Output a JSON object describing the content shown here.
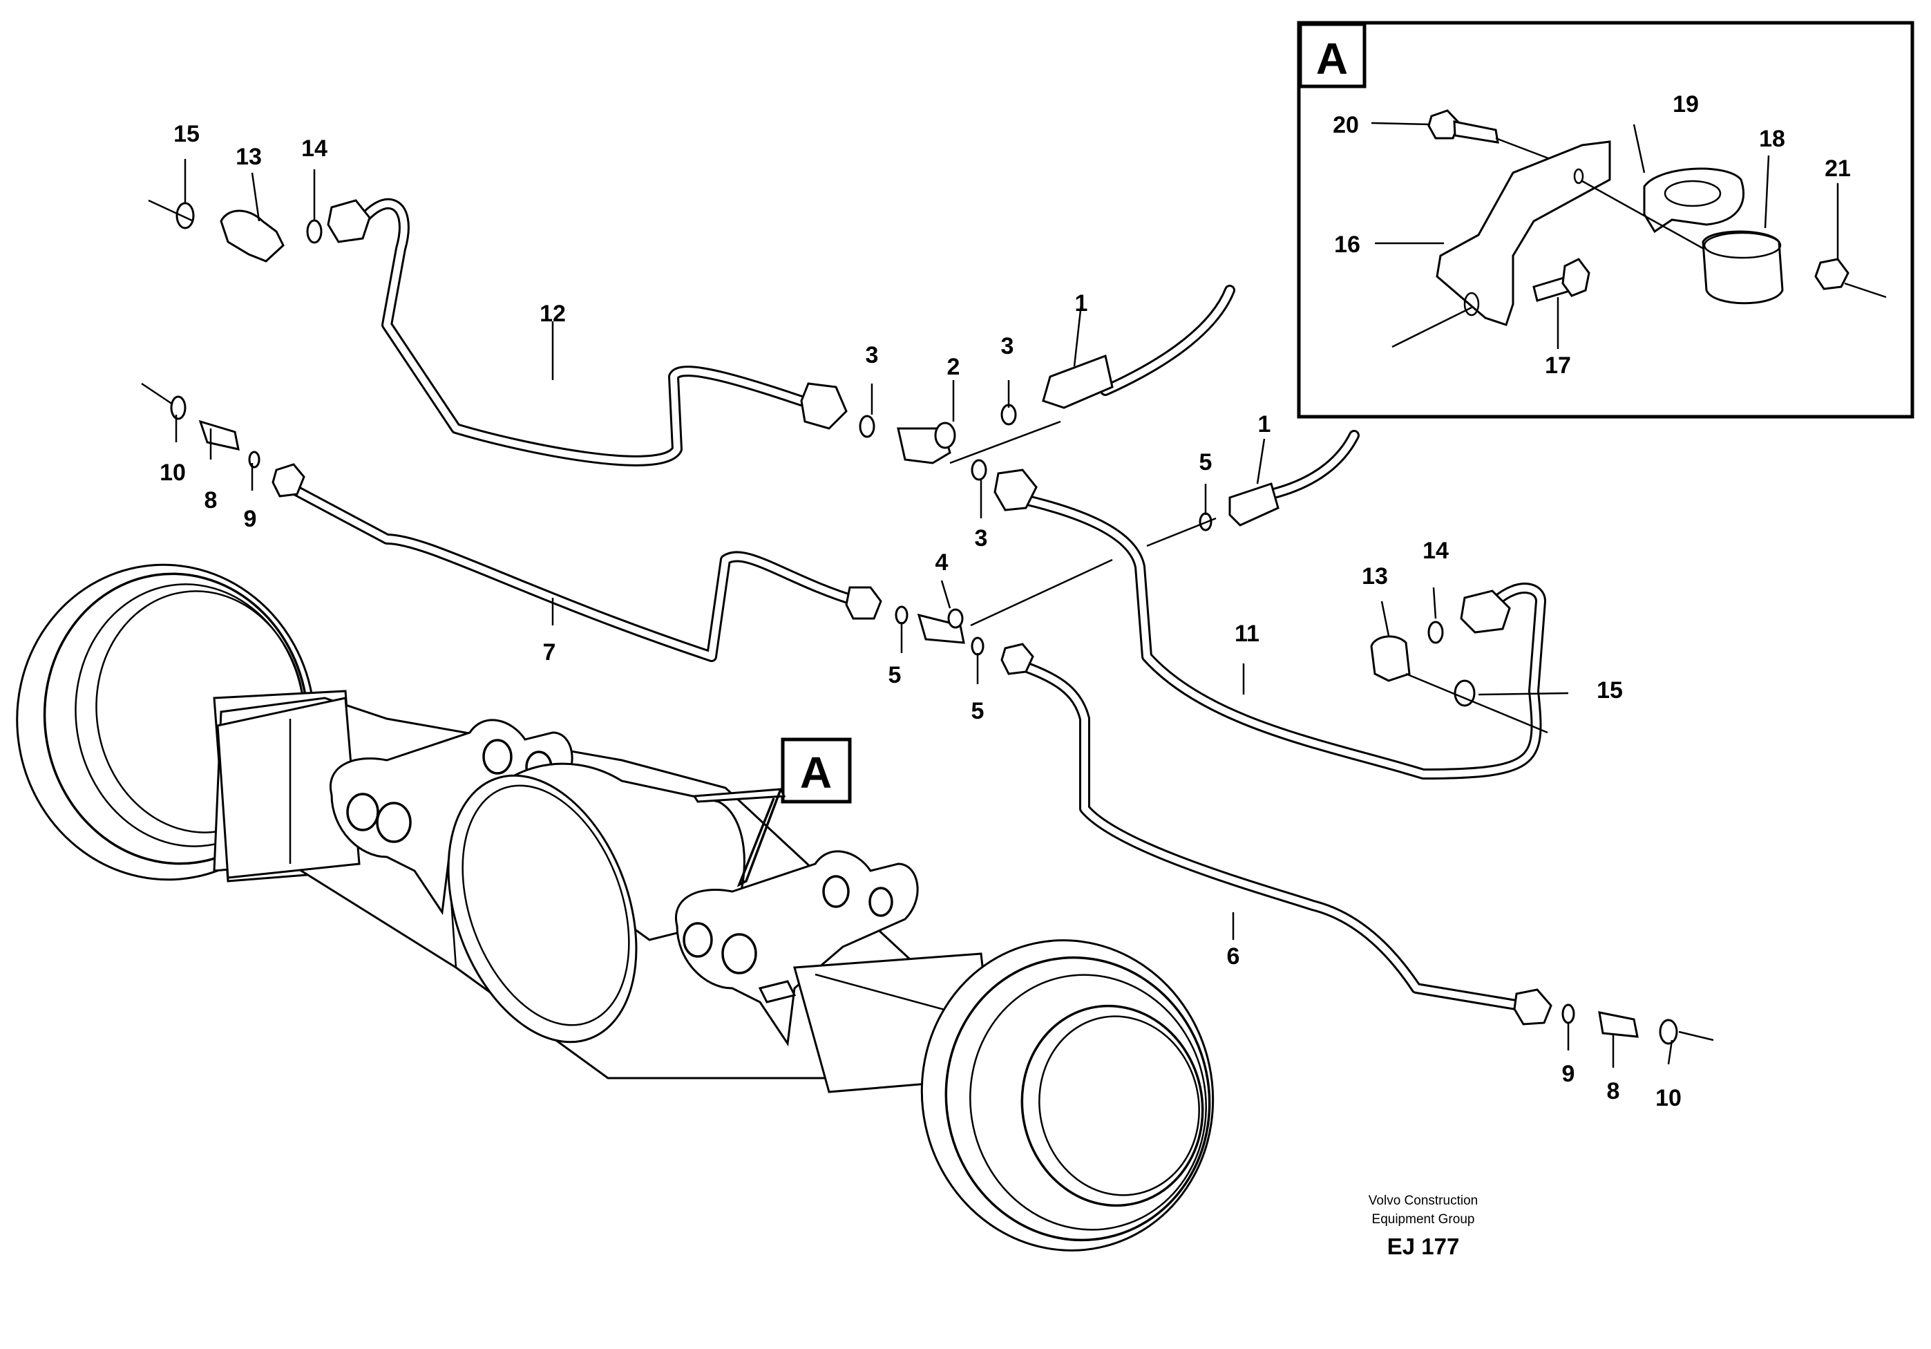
{
  "detail": {
    "tag": "A"
  },
  "axle_tag": "A",
  "callouts": [
    {
      "id": "c15a",
      "text": "15"
    },
    {
      "id": "c13a",
      "text": "13"
    },
    {
      "id": "c14a",
      "text": "14"
    },
    {
      "id": "c12",
      "text": "12"
    },
    {
      "id": "c3a",
      "text": "3"
    },
    {
      "id": "c2",
      "text": "2"
    },
    {
      "id": "c3b",
      "text": "3"
    },
    {
      "id": "c1a",
      "text": "1"
    },
    {
      "id": "c3c",
      "text": "3"
    },
    {
      "id": "c10a",
      "text": "10"
    },
    {
      "id": "c8a",
      "text": "8"
    },
    {
      "id": "c9a",
      "text": "9"
    },
    {
      "id": "c7",
      "text": "7"
    },
    {
      "id": "c4",
      "text": "4"
    },
    {
      "id": "c5a",
      "text": "5"
    },
    {
      "id": "c5b",
      "text": "5"
    },
    {
      "id": "c5c",
      "text": "5"
    },
    {
      "id": "c1b",
      "text": "1"
    },
    {
      "id": "c11",
      "text": "11"
    },
    {
      "id": "c13b",
      "text": "13"
    },
    {
      "id": "c14b",
      "text": "14"
    },
    {
      "id": "c15b",
      "text": "15"
    },
    {
      "id": "c6",
      "text": "6"
    },
    {
      "id": "c9b",
      "text": "9"
    },
    {
      "id": "c8b",
      "text": "8"
    },
    {
      "id": "c10b",
      "text": "10"
    },
    {
      "id": "c20",
      "text": "20"
    },
    {
      "id": "c19",
      "text": "19"
    },
    {
      "id": "c18",
      "text": "18"
    },
    {
      "id": "c21",
      "text": "21"
    },
    {
      "id": "c16",
      "text": "16"
    },
    {
      "id": "c17",
      "text": "17"
    }
  ],
  "credit": {
    "line1": "Volvo Construction",
    "line2": "Equipment Group",
    "code": "EJ 177"
  }
}
